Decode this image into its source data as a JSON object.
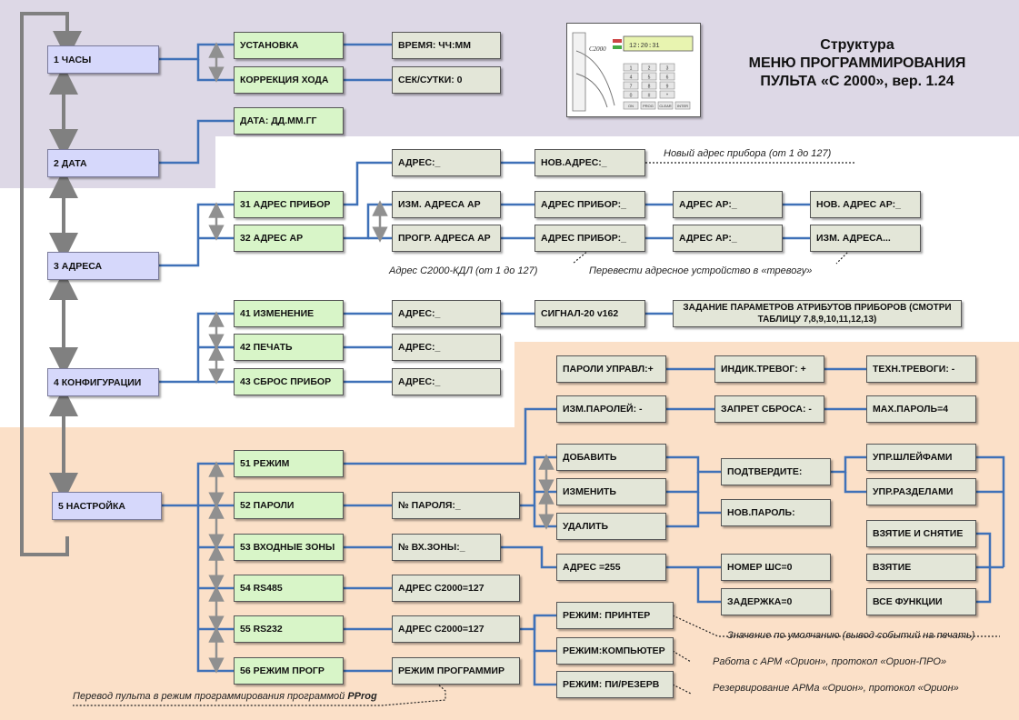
{
  "title": {
    "line1": "Структура",
    "line2": "МЕНЮ ПРОГРАММИРОВАНИЯ",
    "line3": "ПУЛЬТА «С 2000», вер. 1.24"
  },
  "device": {
    "brand": "C2000",
    "display": "12:20:31",
    "keys": [
      "1",
      "2",
      "3",
      "4",
      "5",
      "6",
      "7",
      "8",
      "9",
      "0",
      "#",
      "*"
    ],
    "func_keys": [
      "ON",
      "PROG",
      "CLEAR",
      "INTER"
    ]
  },
  "main_menu": [
    "1  ЧАСЫ",
    "2  ДАТА",
    "3  АДРЕСА",
    "4  КОНФИГУРАЦИИ",
    "5  НАСТРОЙКА"
  ],
  "clock": {
    "set": "УСТАНОВКА",
    "corr": "КОРРЕКЦИЯ ХОДА",
    "time": "ВРЕМЯ: ЧЧ:ММ",
    "sec": "СЕК/СУТКИ: 0"
  },
  "date": {
    "date": "ДАТА: ДД.ММ.ГГ"
  },
  "addr": {
    "s31": "31 АДРЕС ПРИБОР",
    "s32": "32 АДРЕС АР",
    "addr": "АДРЕС:_",
    "new_addr": "НОВ.АДРЕС:_",
    "chg_ar": "ИЗМ. АДРЕСА АР",
    "prog_ar": "ПРОГР. АДРЕСА АР",
    "dev_addr1": "АДРЕС ПРИБОР:_",
    "dev_addr2": "АДРЕС ПРИБОР:_",
    "ar1": "АДРЕС АР:_",
    "ar2": "АДРЕС АР:_",
    "new_ar": "НОВ. АДРЕС АР:_",
    "chg_addr": "ИЗМ. АДРЕСА...",
    "note_new": "Новый адрес прибора (от 1 до 127)",
    "note_kdl": "Адрес С2000-КДЛ (от 1 до 127)",
    "note_alarm": "Перевести адресное устройство в «тревогу»"
  },
  "conf": {
    "s41": "41  ИЗМЕНЕНИЕ",
    "s42": "42   ПЕЧАТЬ",
    "s43": "43  СБРОС ПРИБОР",
    "a41": "АДРЕС:_",
    "a42": "АДРЕС:_",
    "a43": "АДРЕС:_",
    "signal": "СИГНАЛ-20 v162",
    "params": "ЗАДАНИЕ ПАРАМЕТРОВ АТРИБУТОВ  ПРИБОРОВ (СМОТРИ ТАБЛИЦУ 7,8,9,10,11,12,13)"
  },
  "setup": {
    "s51": "51 РЕЖИМ",
    "s52": "52 ПАРОЛИ",
    "s53": "53 ВХОДНЫЕ ЗОНЫ",
    "s54": "54 RS485",
    "s55": "55 RS232",
    "s56": "56 РЕЖИМ ПРОГР",
    "pass_ctrl": "ПАРОЛИ УПРАВЛ:+",
    "ind_alarm": "ИНДИК.ТРЕВОГ: +",
    "tech_alarm": "ТЕХН.ТРЕВОГИ: -",
    "chg_pass": "ИЗМ.ПАРОЛЕЙ:  -",
    "reset_ban": "ЗАПРЕТ СБРОСА: -",
    "max_pass": "MAX.ПАРОЛЬ=4",
    "pass_no": "№ ПАРОЛЯ:_",
    "add": "ДОБАВИТЬ",
    "edit": "ИЗМЕНИТЬ",
    "del": "УДАЛИТЬ",
    "confirm": "ПОДТВЕРДИТЕ:",
    "new_pass": "НОВ.ПАРОЛЬ:",
    "loops": "УПР.ШЛЕЙФАМИ",
    "parts": "УПР.РАЗДЕЛАМИ",
    "arm_disarm": "ВЗЯТИЕ И СНЯТИЕ",
    "arm": "ВЗЯТИЕ",
    "all": "ВСЕ ФУНКЦИИ",
    "zone_no": "№ ВХ.ЗОНЫ:_",
    "zone_addr": "АДРЕС        =255",
    "loop_no": "НОМЕР ШС=0",
    "delay": "ЗАДЕРЖКА=0",
    "rs485": "АДРЕС С2000=127",
    "rs232": "АДРЕС С2000=127",
    "printer": "РЕЖИМ:  ПРИНТЕР",
    "computer": "РЕЖИМ:КОМПЬЮТЕР",
    "reserve": "РЕЖИМ:  ПИ/РЕЗЕРВ",
    "prog_mode": "РЕЖИМ ПРОГРАММИР",
    "note_default": "Значение по умолчанию (вывод событий на печать)",
    "note_orion": "Работа с АРМ «Орион», протокол «Орион-ПРО»",
    "note_reserve": "Резервирование АРМа «Орион», протокол «Орион»",
    "note_pprog_pre": "Перевод пульта в режим программирования программой ",
    "note_pprog_name": "PProg"
  }
}
